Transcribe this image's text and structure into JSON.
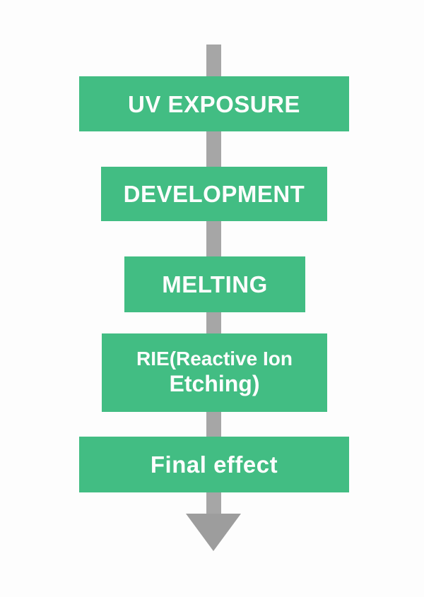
{
  "colors": {
    "box_green": "#42bd83",
    "arrow_shaft_gray": "#a6a6a6",
    "arrow_head_gray": "#9d9d9d",
    "label_white": "#fdfdfd",
    "background": "#fdfdfd"
  },
  "flowchart": {
    "direction": "top-to-bottom",
    "connector_icon": "down-arrow",
    "steps": [
      {
        "id": "uv-exposure",
        "label": "UV EXPOSURE"
      },
      {
        "id": "development",
        "label": "DEVELOPMENT"
      },
      {
        "id": "melting",
        "label": "MELTING"
      },
      {
        "id": "rie",
        "label_line1": "RIE(Reactive Ion",
        "label_line2": "Etching)"
      },
      {
        "id": "final-effect",
        "label": "Final effect"
      }
    ]
  }
}
